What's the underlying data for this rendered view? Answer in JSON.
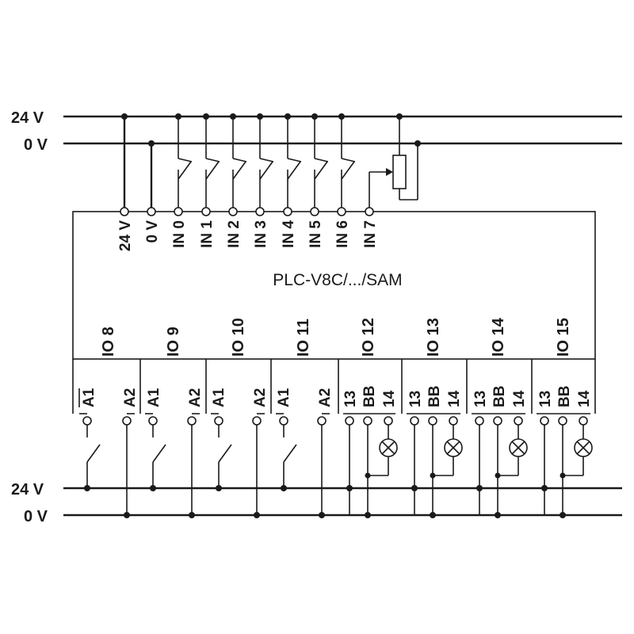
{
  "top_rails": {
    "v24": "24 V",
    "v0": "0 V"
  },
  "bottom_rails": {
    "v24": "24 V",
    "v0": "0 V"
  },
  "module": {
    "name": "PLC-V8C/.../SAM"
  },
  "top_terminals": [
    "24 V",
    "0 V",
    "IN 0",
    "IN 1",
    "IN 2",
    "IN 3",
    "IN 4",
    "IN 5",
    "IN 6",
    "IN 7"
  ],
  "io_channels": [
    "IO 8",
    "IO 9",
    "IO 10",
    "IO 11",
    "IO 12",
    "IO 13",
    "IO 14",
    "IO 15"
  ],
  "relay_terminals": {
    "coil": [
      "A1",
      "A2"
    ],
    "output": [
      "13",
      "BB",
      "14"
    ]
  }
}
